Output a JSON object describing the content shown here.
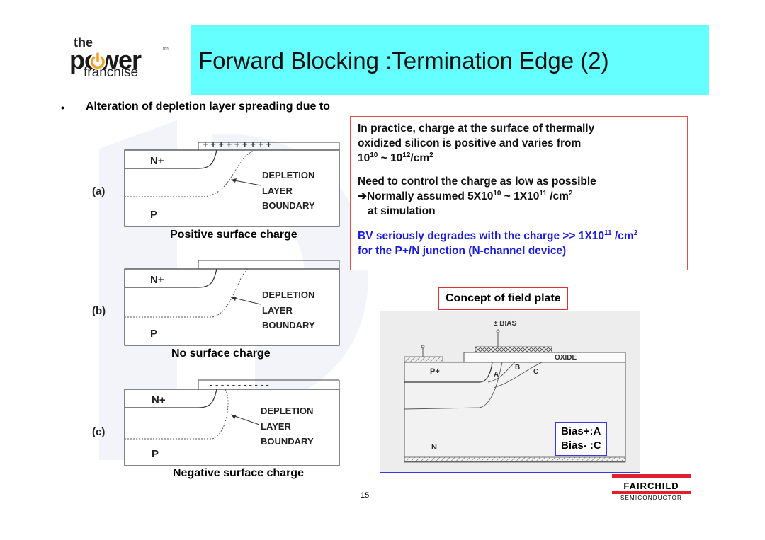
{
  "logo": {
    "the": "the",
    "power": "power",
    "tm": "tm",
    "franchise": "franchise"
  },
  "title": "Forward Blocking :Termination Edge (2)",
  "bullet": {
    "dot": "•",
    "text": "Alteration of depletion layer spreading due to"
  },
  "diagrams": [
    {
      "tag": "(a)",
      "surface": "+ + + + + + + + +",
      "top_region": "N+",
      "bottom_region": "P",
      "boundary_lines": [
        "DEPLETION",
        "LAYER",
        "BOUNDARY"
      ],
      "caption": "Positive surface charge"
    },
    {
      "tag": "(b)",
      "surface": "",
      "top_region": "N+",
      "bottom_region": "P",
      "boundary_lines": [
        "DEPLETION",
        "LAYER",
        "BOUNDARY"
      ],
      "caption": "No surface charge"
    },
    {
      "tag": "(c)",
      "surface": "- - - - - - - - - - -",
      "top_region": "N+",
      "bottom_region": "P",
      "boundary_lines": [
        "DEPLETION",
        "LAYER",
        "BOUNDARY"
      ],
      "caption": "Negative surface charge"
    }
  ],
  "info": {
    "p1_a": "In practice, charge at the surface of thermally",
    "p1_b": "oxidized silicon is positive and varies from",
    "p1_c1": "10",
    "p1_c1_exp": "10",
    "p1_c2": " ~ 10",
    "p1_c2_exp": "12",
    "p1_c3": "/cm",
    "p1_c3_exp": "2",
    "p2_a": "Need to control the charge as low as possible",
    "p2_b1": "➔Normally assumed 5X10",
    "p2_b1_exp": "10",
    "p2_b2": "  ~ 1X10",
    "p2_b2_exp": "11",
    "p2_b3": " /cm",
    "p2_b3_exp": "2",
    "p2_c": "at simulation",
    "p3_a1": "BV seriously degrades with the charge >> 1X10",
    "p3_a1_exp": "11",
    "p3_a2": " /cm",
    "p3_a2_exp": "2",
    "p3_b": "for the P+/N junction (N-channel device)",
    "colors": {
      "border": "#e05050",
      "emphasis": "#1c1cd6"
    }
  },
  "concept": {
    "label": "Concept of field plate",
    "bias_label": "± BIAS",
    "oxide": "OXIDE",
    "p_plus": "P+",
    "n_region": "N",
    "contours": [
      "A",
      "B",
      "C"
    ],
    "bias_lines": [
      "Bias+:A",
      "Bias- :C"
    ]
  },
  "page_number": "15",
  "footer_logo": {
    "name": "FAIRCHILD",
    "sub": "SEMICONDUCTOR",
    "color": "#e0202a"
  },
  "accent": "#66ffff"
}
